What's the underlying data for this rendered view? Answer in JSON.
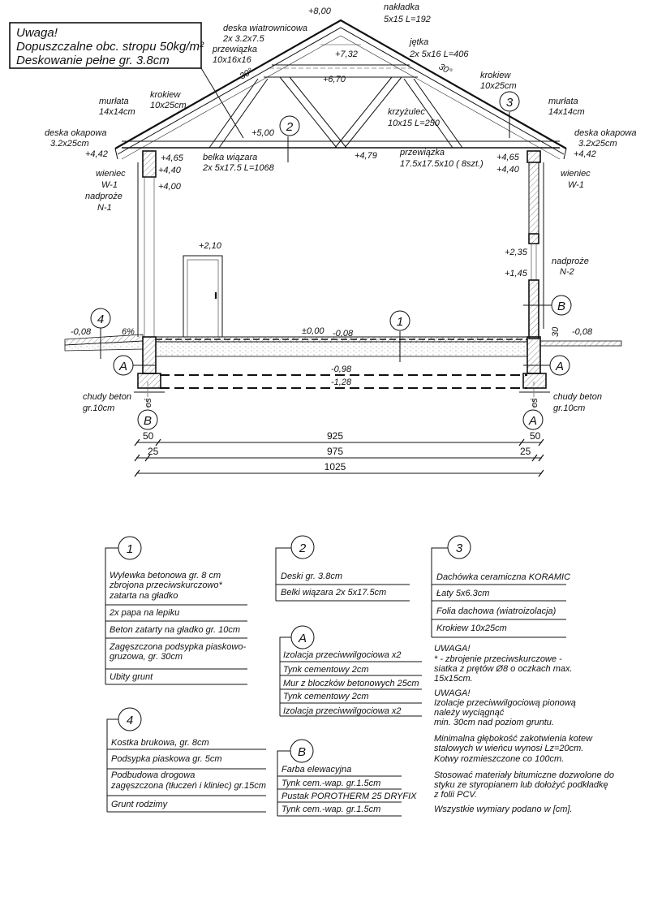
{
  "note": {
    "l1": "Uwaga!",
    "l2": "Dopuszczalne obc. stropu 50kg/m²",
    "l3": "Deskowanie pełne gr. 3.8cm"
  },
  "elev": {
    "e800": "+8,00",
    "e732": "+7,32",
    "e670": "+6,70",
    "e500": "+5,00",
    "e479": "+4,79",
    "e465": "+4,65",
    "e440": "+4,40",
    "e400": "+4,00",
    "e442": "+4,42",
    "e210": "+2,10",
    "e235": "+2,35",
    "e145": "+1,45",
    "m008": "-0,08",
    "z000": "±0,00",
    "m098": "-0,98",
    "m128": "-1,28",
    "slope": "6%",
    "h30": "30",
    "ang": "30°"
  },
  "labels": {
    "wiatr1": "deska wiatrownicowa",
    "wiatr2": "2x 3.2x7.5",
    "przew1": "przewiązka",
    "przew2": "10x16x16",
    "nakl1": "nakładka",
    "nakl2": "5x15 L=192",
    "jetka1": "jętka",
    "jetka2": "2x 5x16 L=406",
    "krok1": "krokiew",
    "krok2": "10x25cm",
    "murl1": "murłata",
    "murl2": "14x14cm",
    "krzy1": "krzyżulec",
    "krzy2": "10x15 L=250",
    "okap1": "deska okapowa",
    "okap2": "3.2x25cm",
    "belka1": "belka wiązara",
    "belka2": "2x 5x17.5 L=1068",
    "przb1": "przewiązka",
    "przb2": "17.5x17.5x10 ( 8szt.)",
    "wien1": "wieniec",
    "wien2": "W-1",
    "nad1": "nadproże",
    "nad2": "N-1",
    "nad3": "N-2",
    "chudy1": "chudy beton",
    "chudy2": "gr.10cm",
    "os": "oś"
  },
  "markers": {
    "m1": "1",
    "m2": "2",
    "m3": "3",
    "m4": "4",
    "mA": "A",
    "mB": "B"
  },
  "dims": {
    "d925": "925",
    "d975": "975",
    "d1025": "1025",
    "d50": "50",
    "d25": "25"
  },
  "legend1": {
    "id": "1",
    "rows": [
      "Wylewka betonowa gr. 8 cm",
      "zbrojona przeciwskurczowo*",
      "zatarta na gładko",
      "2x papa na lepiku",
      "Beton zatarty na gładko gr. 10cm",
      "Zagęszczona podsypka piaskowo-",
      "gruzowa, gr. 30cm",
      "Ubity grunt"
    ]
  },
  "legend2": {
    "id": "2",
    "rows": [
      "Deski gr. 3.8cm",
      "Belki wiązara 2x 5x17.5cm"
    ]
  },
  "legend3": {
    "id": "3",
    "rows": [
      "Dachówka ceramiczna KORAMIC",
      "Łaty 5x6.3cm",
      "Folia dachowa (wiatroizolacja)",
      "Krokiew 10x25cm"
    ]
  },
  "legendA": {
    "id": "A",
    "rows": [
      "Izolacja przeciwwilgociowa x2",
      "Tynk cementowy 2cm",
      "Mur z bloczków betonowych 25cm",
      "Tynk cementowy 2cm",
      "Izolacja przeciwwilgociowa x2"
    ]
  },
  "legend4": {
    "id": "4",
    "rows": [
      "Kostka brukowa, gr. 8cm",
      "Podsypka piaskowa gr. 5cm",
      "Podbudowa drogowa",
      "zagęszczona (tłuczeń i kliniec) gr.15cm",
      "Grunt rodzimy"
    ]
  },
  "legendB": {
    "id": "B",
    "rows": [
      "Farba elewacyjna",
      "Tynk cem.-wap. gr.1.5cm",
      "Pustak POROTHERM 25 DRYFIX",
      "Tynk cem.-wap. gr.1.5cm"
    ]
  },
  "notes": [
    "UWAGA!",
    "* - zbrojenie przeciwskurczowe -",
    "siatka z prętów Ø8 o oczkach max.",
    "15x15cm.",
    "UWAGA!",
    "Izolacje przeciwwilgociową pionową",
    "należy wyciągnąć",
    "min. 30cm nad poziom gruntu.",
    "Minimalna głębokość zakotwienia kotew",
    "stalowych w wieńcu wynosi Lz=20cm.",
    "Kotwy rozmieszczone co 100cm.",
    "Stosować materiały bitumiczne dozwolone do",
    "styku ze styropianem lub dołożyć podkładkę",
    "z folii PCV.",
    "Wszystkie wymiary podano w [cm]."
  ]
}
